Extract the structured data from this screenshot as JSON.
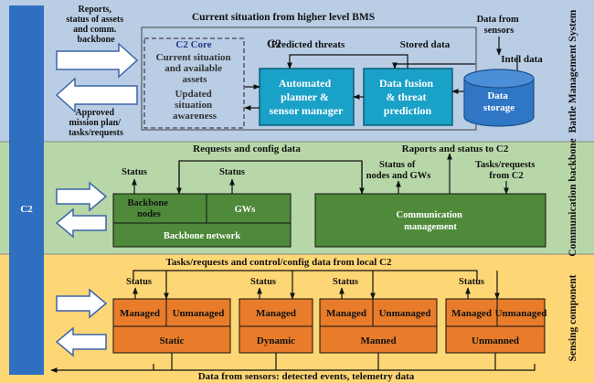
{
  "layers": {
    "battle": "Battle Management System",
    "comm": "Communication backbone",
    "sensing": "Sensing component"
  },
  "colors": {
    "battle_bg": "#b9cde4",
    "comm_bg": "#b7d7a8",
    "sensing_bg": "#fdd675",
    "c2_bar": "#2e6fc0",
    "teal": "#1aa1c8",
    "green": "#4e8a3a",
    "orange": "#e87c2a",
    "storage": "#2f77c5"
  },
  "c2_bar": {
    "label": "C2"
  },
  "battle": {
    "reports_label": "Reports, status of assets and comm. backbone",
    "current_situation_bms": "Current situation from higher level BMS",
    "data_from_sensors": "Data from sensors",
    "approved_label": "Approved mission plan/ tasks/requests",
    "c2_core_title": "C2 Core",
    "c2_label": "C2",
    "current_situation_assets": "Current situation and available assets",
    "updated_awareness": "Updated situation awareness",
    "predicted_threats": "Predicted threats",
    "stored_data": "Stored data",
    "intel_data": "Intel data",
    "planner": "Automated planner & sensor manager",
    "fusion": "Data fusion & threat prediction",
    "storage": "Data storage"
  },
  "comm": {
    "requests_config": "Requests and config data",
    "reports_status_c2": "Raports and status to C2",
    "status_left": "Status",
    "status_mid": "Status",
    "status_nodes_gws": "Status of nodes and GWs",
    "tasks_from_c2": "Tasks/requests from C2",
    "backbone_nodes": "Backbone nodes",
    "gws": "GWs",
    "backbone_network": "Backbone network",
    "comm_management": "Communication management"
  },
  "sensing": {
    "tasks_local_c2": "Tasks/requests and control/config data from local C2",
    "status": "Status",
    "data_from_sensors": "Data from sensors: detected events, telemetry data",
    "groups": [
      {
        "left": "Managed",
        "right": "Unmanaged",
        "bottom": "Static"
      },
      {
        "left": "Managed",
        "right": "",
        "bottom": "Dynamic"
      },
      {
        "left": "Managed",
        "right": "Unmanaged",
        "bottom": "Manned"
      },
      {
        "left": "Managed",
        "right": "Unmanaged",
        "bottom": "Unmanned"
      }
    ]
  }
}
